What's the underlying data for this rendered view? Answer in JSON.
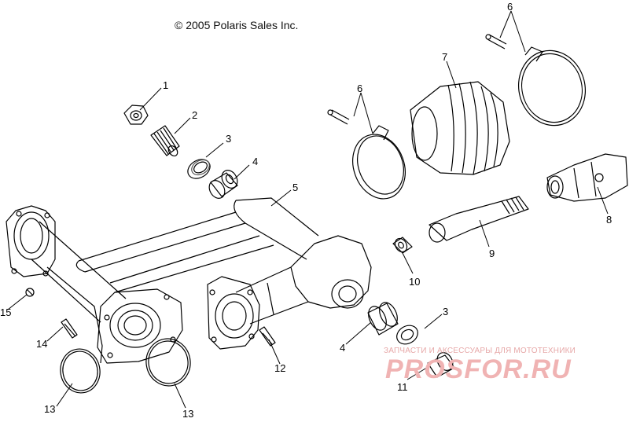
{
  "copyright": "© 2005 Polaris Sales Inc.",
  "callouts": [
    {
      "id": "c1",
      "text": "1"
    },
    {
      "id": "c2",
      "text": "2"
    },
    {
      "id": "c3a",
      "text": "3"
    },
    {
      "id": "c4a",
      "text": "4"
    },
    {
      "id": "c5",
      "text": "5"
    },
    {
      "id": "c6a",
      "text": "6"
    },
    {
      "id": "c6b",
      "text": "6"
    },
    {
      "id": "c7",
      "text": "7"
    },
    {
      "id": "c8",
      "text": "8"
    },
    {
      "id": "c9",
      "text": "9"
    },
    {
      "id": "c10",
      "text": "10"
    },
    {
      "id": "c3b",
      "text": "3"
    },
    {
      "id": "c4b",
      "text": "4"
    },
    {
      "id": "c11",
      "text": "11"
    },
    {
      "id": "c12",
      "text": "12"
    },
    {
      "id": "c13a",
      "text": "13"
    },
    {
      "id": "c13b",
      "text": "13"
    },
    {
      "id": "c14",
      "text": "14"
    },
    {
      "id": "c15",
      "text": "15"
    }
  ],
  "watermark": {
    "tagline": "ЗАПЧАСТИ И АКСЕССУАРЫ ДЛЯ МОТОТЕХНИКИ",
    "logo": "PROSFOR.RU",
    "color": "#f0b3b3"
  }
}
